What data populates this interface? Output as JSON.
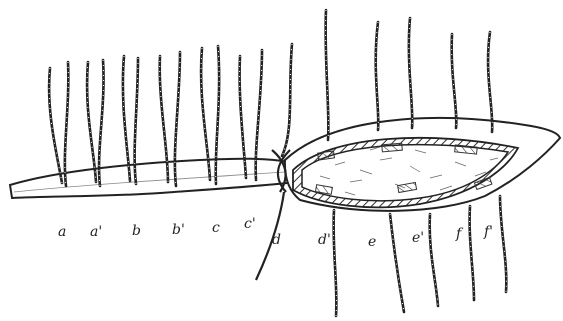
{
  "figure": {
    "labels": [
      "a",
      "a'",
      "b",
      "b'",
      "c",
      "c'",
      "d",
      "d'",
      "e",
      "e'",
      "f",
      "f'"
    ]
  }
}
